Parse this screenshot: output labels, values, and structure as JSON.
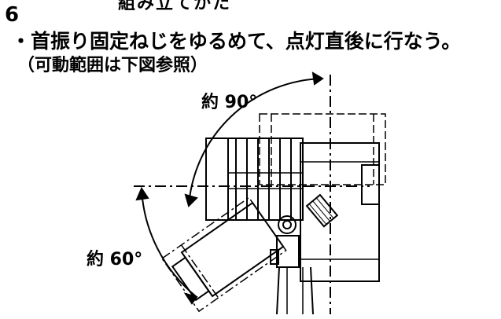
{
  "page": {
    "top_cut_text": "組み立てかた",
    "step_number": "6",
    "instruction": "・首振り固定ねじをゆるめて、点灯直後に行なう。",
    "note": "（可動範囲は下図参照）"
  },
  "figure": {
    "angle_up_label": "約 90°",
    "angle_down_label": "約 60°"
  }
}
